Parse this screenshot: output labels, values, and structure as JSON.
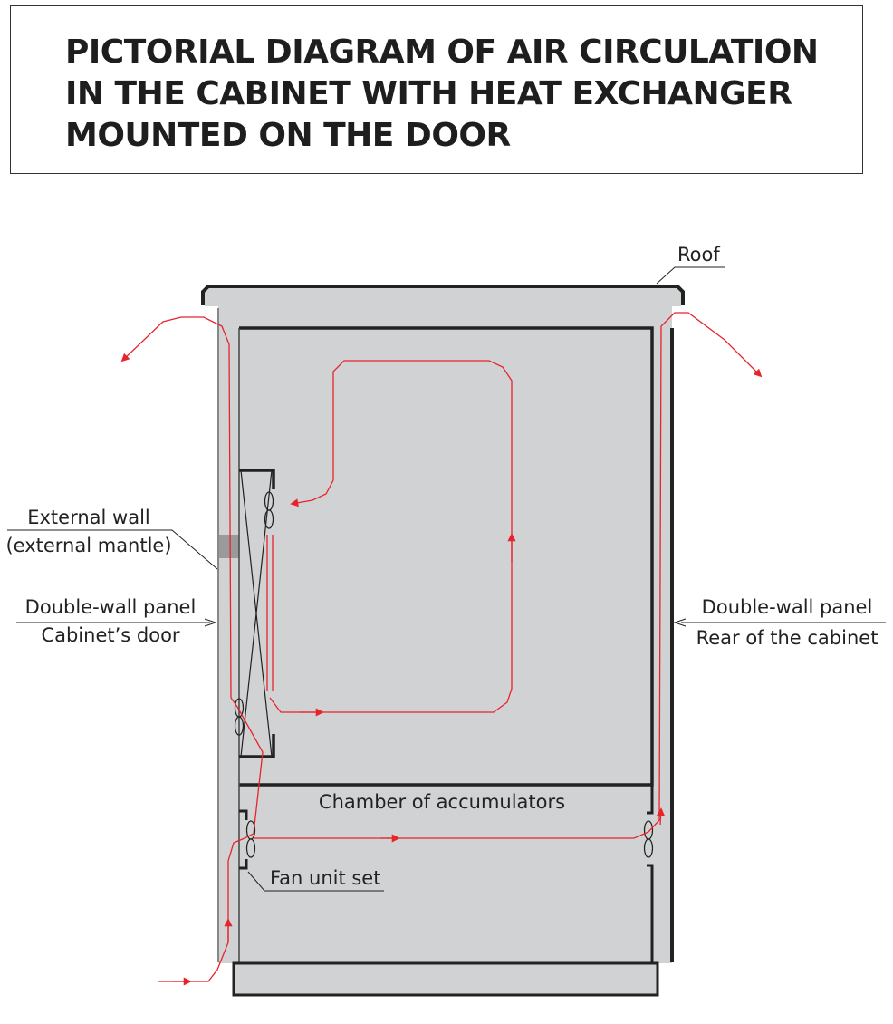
{
  "title": {
    "line1": "PICTORIAL DIAGRAM OF AIR CIRCULATION",
    "line2": "IN THE CABINET WITH HEAT EXCHANGER",
    "line3": "MOUNTED ON THE DOOR"
  },
  "labels": {
    "roof": "Roof",
    "external_wall_1": "External wall",
    "external_wall_2": "(external mantle)",
    "door_1": "Double-wall panel",
    "door_2": "Cabinet’s door",
    "rear_1": "Double-wall panel",
    "rear_2": "Rear of the cabinet",
    "chamber": "Chamber of accumulators",
    "fan": "Fan unit set"
  },
  "colors": {
    "airflow": "#e8242b",
    "cabinet": "#d1d2d4",
    "outline": "#222222"
  }
}
